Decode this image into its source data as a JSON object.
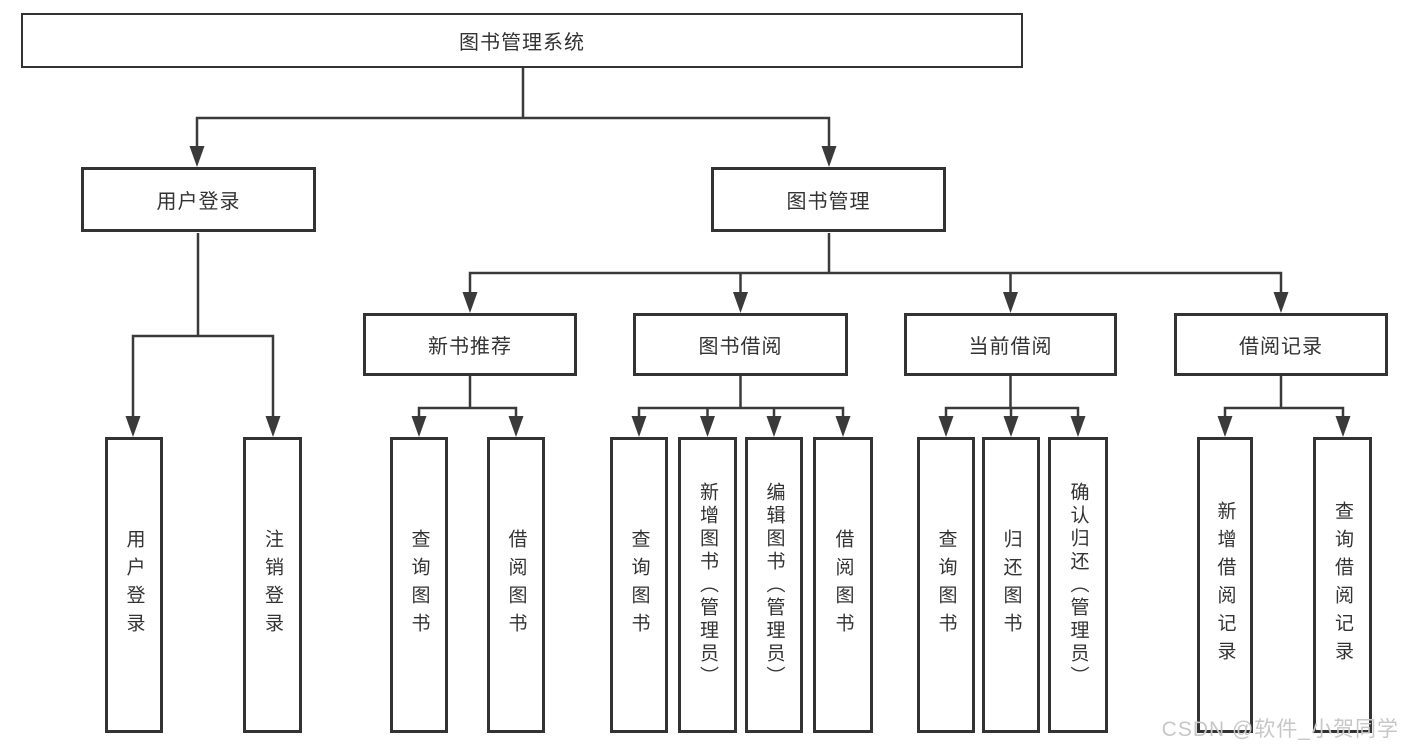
{
  "nodes": {
    "root": {
      "label": "图书管理系统"
    },
    "user_login": {
      "label": "用户登录"
    },
    "book_mgmt": {
      "label": "图书管理"
    },
    "new_book_rec": {
      "label": "新书推荐"
    },
    "book_borrow": {
      "label": "图书借阅"
    },
    "current_borrow": {
      "label": "当前借阅"
    },
    "borrow_records": {
      "label": "借阅记录"
    },
    "leaf_user_login": {
      "label": "用户登录"
    },
    "leaf_logout": {
      "label": "注销登录"
    },
    "leaf_nbr_query": {
      "label": "查询图书"
    },
    "leaf_nbr_borrow": {
      "label": "借阅图书"
    },
    "leaf_bb_query": {
      "label": "查询图书"
    },
    "leaf_bb_add": {
      "label": "新增图书（管理员）"
    },
    "leaf_bb_edit": {
      "label": "编辑图书（管理员）"
    },
    "leaf_bb_borrow": {
      "label": "借阅图书"
    },
    "leaf_cb_query": {
      "label": "查询图书"
    },
    "leaf_cb_return": {
      "label": "归还图书"
    },
    "leaf_cb_confirm": {
      "label": "确认归还（管理员）"
    },
    "leaf_br_add": {
      "label": "新增借阅记录"
    },
    "leaf_br_query": {
      "label": "查询借阅记录"
    }
  },
  "watermark": {
    "text": "CSDN @软件_小贺同学"
  },
  "colors": {
    "line": "#3a3a3a",
    "border": "#333333",
    "text": "#333333",
    "watermark": "#c7c7c7"
  }
}
